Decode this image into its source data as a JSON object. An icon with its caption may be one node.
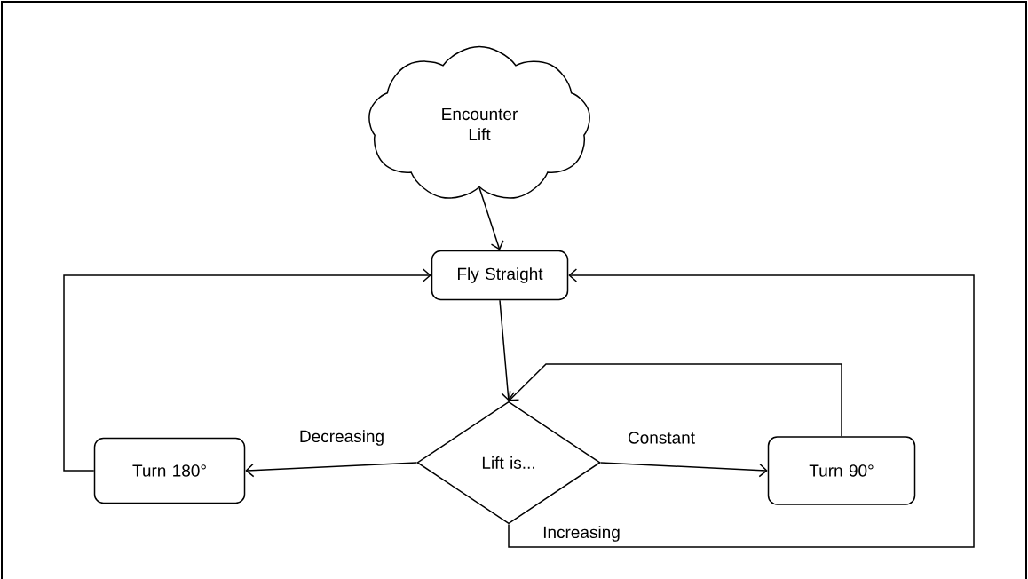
{
  "diagram": {
    "nodes": [
      {
        "text": [
          "Encounter Lift"
        ]
      },
      {
        "text": [
          "Fly Straight"
        ]
      },
      {
        "text": [
          "Lift is..."
        ]
      },
      {
        "text": [
          "Turn 180°"
        ]
      },
      {
        "text": [
          "Turn 90°"
        ]
      }
    ],
    "edges": [
      {
        "from": 0,
        "to": 1,
        "arrow": "to"
      },
      {
        "from": 1,
        "to": 2,
        "arrow": "to"
      },
      {
        "from": 2,
        "to": 3,
        "arrow": "to",
        "label": "Decreasing"
      },
      {
        "from": 2,
        "to": 4,
        "arrow": "to",
        "label": "Constant"
      },
      {
        "from": 3,
        "to": 1,
        "arrow": "to"
      },
      {
        "from": 4,
        "to": 2,
        "arrow": "to"
      },
      {
        "from": 2,
        "to": 1,
        "arrow": "to",
        "label": "Increasing"
      }
    ]
  }
}
